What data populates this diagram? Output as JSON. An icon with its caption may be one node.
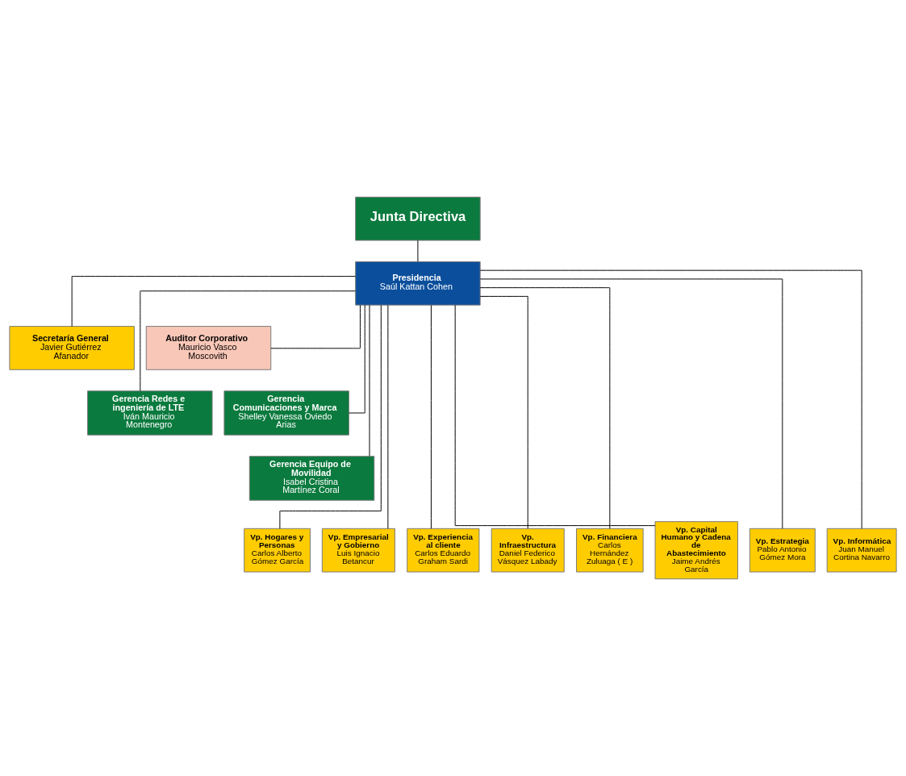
{
  "diagram": {
    "nodes": [
      {
        "text": [
          "Junta Directiva"
        ]
      },
      {
        "text": [
          "Presidencia",
          "Saúl Kattan Cohen"
        ]
      },
      {
        "text": [
          "Secretaría General",
          "Javier Gutiérrez Afanador"
        ]
      },
      {
        "text": [
          "Auditor Corporativo",
          "Mauricio Vasco Moscovith"
        ]
      },
      {
        "text": [
          "Gerencia Redes e ingeniería de LTE",
          "Iván Mauricio Montenegro"
        ]
      },
      {
        "text": [
          "Gerencia Comunicaciones y Marca",
          "Shelley Vanessa Oviedo Arias"
        ]
      },
      {
        "text": [
          "Gerencia Equipo de Movilidad",
          "Isabel Cristina Martínez Coral"
        ]
      },
      {
        "text": [
          "Vp. Hogares y Personas",
          "Carlos Alberto Gómez García"
        ]
      },
      {
        "text": [
          "Vp. Empresarial y Gobierno",
          "Luis Ignacio Betancur"
        ]
      },
      {
        "text": [
          "Vp. Experiencia al cliente",
          "Carlos Eduardo Graham Sardi"
        ]
      },
      {
        "text": [
          "Vp. Infraestructura",
          "Daniel Federico Vásquez Labady"
        ]
      },
      {
        "text": [
          "Vp. Financiera",
          "Carlos Hernández Zuluaga ( E )"
        ]
      },
      {
        "text": [
          "Vp. Capital Humano y Cadena de Abastecimiento",
          "Jaime Andrés García"
        ]
      },
      {
        "text": [
          "Vp. Estrategia",
          "Pablo Antonio Gómez Mora"
        ]
      },
      {
        "text": [
          "Vp. Informática",
          "Juan Manuel Cortina Navarro"
        ]
      }
    ],
    "edges": [
      {
        "from": 0,
        "to": 1,
        "arrow": "none"
      },
      {
        "from": 1,
        "to": 2,
        "arrow": "none"
      },
      {
        "from": 1,
        "to": 3,
        "arrow": "none"
      },
      {
        "from": 1,
        "to": 4,
        "arrow": "none"
      },
      {
        "from": 1,
        "to": 5,
        "arrow": "none"
      },
      {
        "from": 1,
        "to": 6,
        "arrow": "none"
      },
      {
        "from": 1,
        "to": 7,
        "arrow": "none"
      },
      {
        "from": 1,
        "to": 8,
        "arrow": "none"
      },
      {
        "from": 1,
        "to": 9,
        "arrow": "none"
      },
      {
        "from": 1,
        "to": 10,
        "arrow": "none"
      },
      {
        "from": 1,
        "to": 11,
        "arrow": "none"
      },
      {
        "from": 1,
        "to": 12,
        "arrow": "none"
      },
      {
        "from": 1,
        "to": 13,
        "arrow": "none"
      },
      {
        "from": 1,
        "to": 14,
        "arrow": "none"
      }
    ]
  }
}
